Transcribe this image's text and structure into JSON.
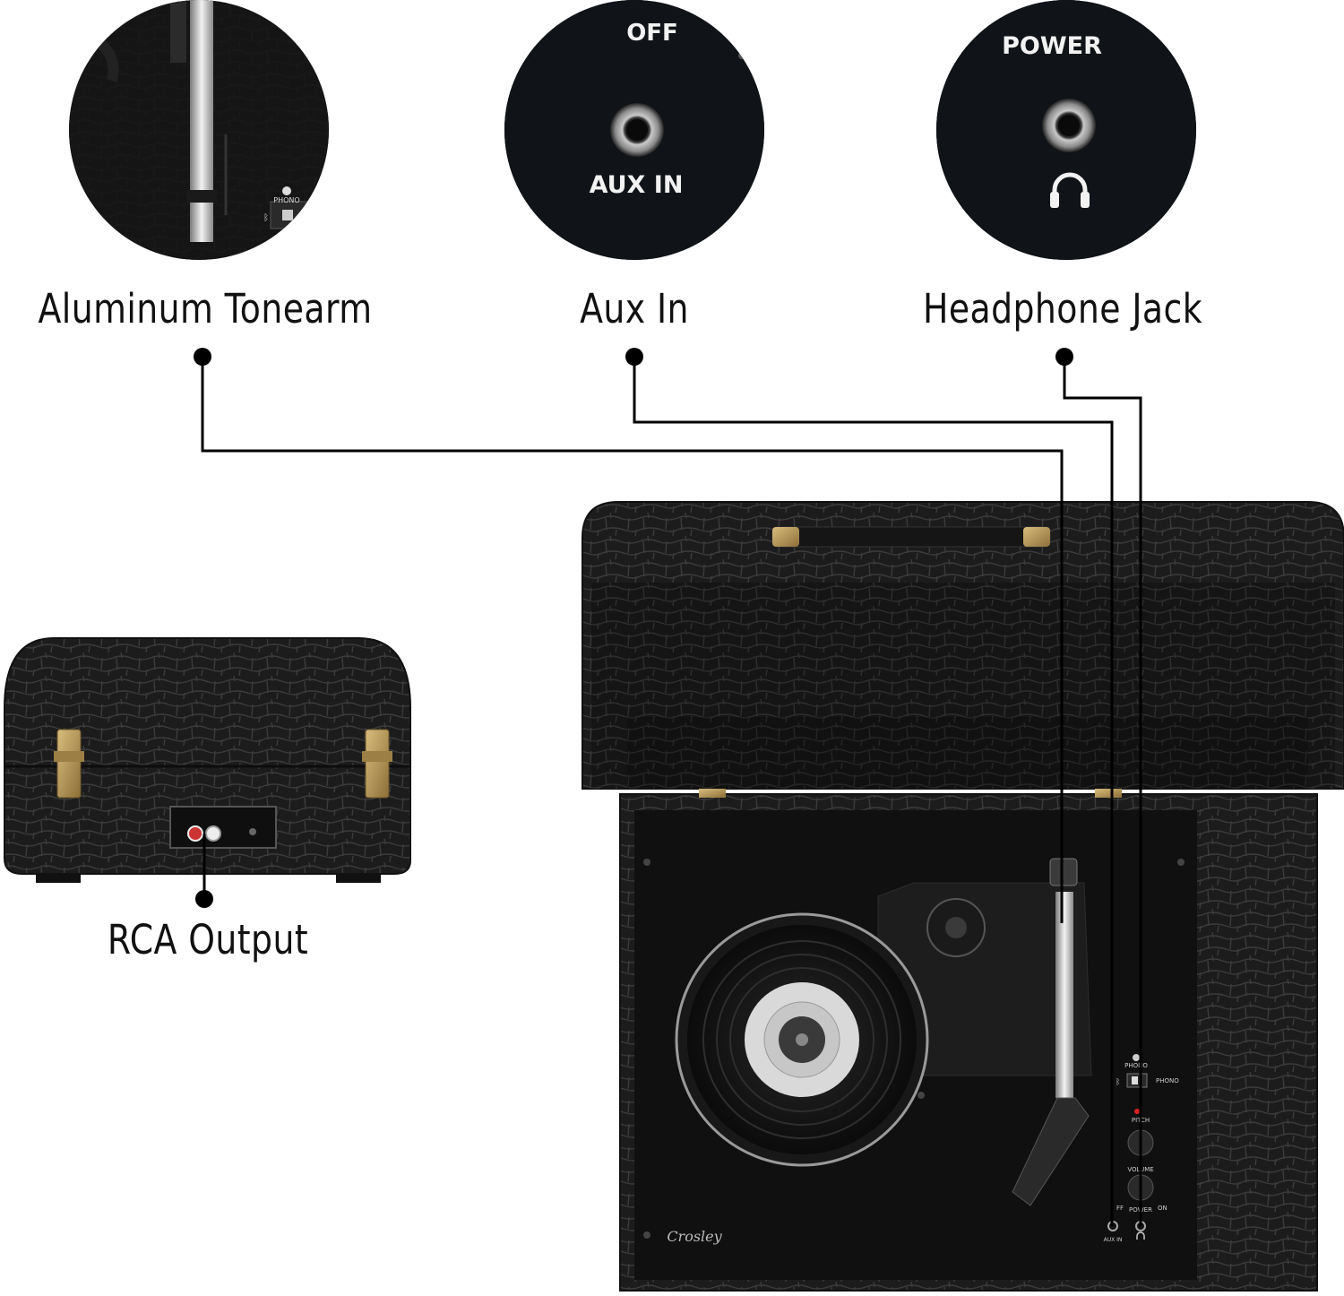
{
  "callouts": {
    "tonearm": {
      "label": "Aluminum Tonearm",
      "panel_text": "PHONO"
    },
    "aux_in": {
      "label": "Aux In",
      "top_text": "OFF",
      "jack_text": "AUX IN"
    },
    "headphone": {
      "label": "Headphone Jack",
      "top_text": "POWER"
    },
    "rca": {
      "label": "RCA Output"
    }
  },
  "device": {
    "brand": "Crosley",
    "panel": {
      "phono_top": "PHONO",
      "phono_side": "PHONO",
      "pitch": "PITCH",
      "volume": "VOLUME",
      "power": "POWER",
      "on": "ON",
      "off": "FF",
      "aux_in": "AUX IN"
    }
  },
  "colors": {
    "case": "#1b1b1b",
    "plate": "#101010",
    "brass": "#b79a5e",
    "line": "#000000"
  }
}
